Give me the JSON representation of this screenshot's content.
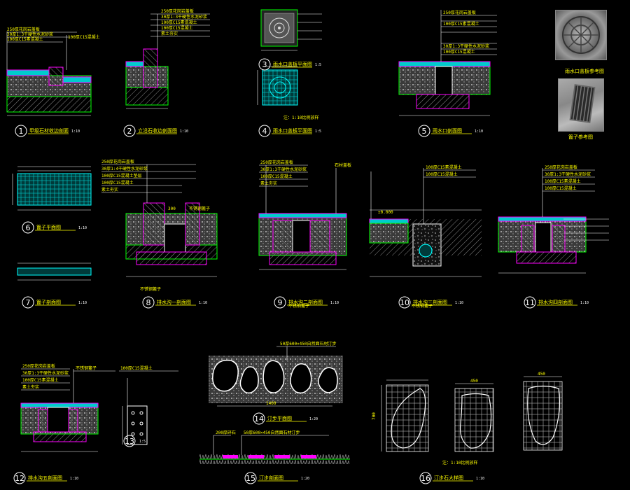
{
  "detail_labels": [
    {
      "num": "1",
      "text": "甲级石材收边剖面",
      "scale": "1:10"
    },
    {
      "num": "2",
      "text": "立沿石收边剖面图",
      "scale": "1:10"
    },
    {
      "num": "3",
      "text": "雨水口盖板平面图",
      "scale": "1:5"
    },
    {
      "num": "4",
      "text": "雨水口盖板平面图",
      "scale": "1:5"
    },
    {
      "num": "5",
      "text": "雨水口剖面图",
      "scale": "1:10"
    },
    {
      "num": "6",
      "text": "篦子平面图",
      "scale": "1:10"
    },
    {
      "num": "7",
      "text": "篦子剖面图",
      "scale": "1:10"
    },
    {
      "num": "8",
      "text": "排水沟一剖面图",
      "scale": "1:10"
    },
    {
      "num": "9",
      "text": "排水沟二剖面图",
      "scale": "1:10"
    },
    {
      "num": "10",
      "text": "排水沟三剖面图",
      "scale": "1:10"
    },
    {
      "num": "11",
      "text": "排水沟四剖面图",
      "scale": "1:10"
    },
    {
      "num": "12",
      "text": "排水沟五剖面图",
      "scale": "1:10"
    },
    {
      "num": "13",
      "text": "",
      "scale": "1:5"
    },
    {
      "num": "14",
      "text": "汀步平面图",
      "scale": "1:20"
    },
    {
      "num": "15",
      "text": "汀步剖面图",
      "scale": "1:20"
    },
    {
      "num": "16",
      "text": "汀步石大样图",
      "scale": "1:10"
    }
  ],
  "notes": {
    "note4": "注：1:10比例放样",
    "note16": "注：1:10比例放样",
    "sub8": "不锈钢篦子",
    "sub9": "不锈钢篦子",
    "sub10": "不锈钢篦子"
  },
  "photos": {
    "photo1_caption": "雨水口盖板参考图",
    "photo2_caption": "篦子参考图"
  },
  "dims": {
    "d14_width": "1400",
    "d16_a": "700",
    "d16_b": "450",
    "d16_c": "450",
    "elev10": "±0.000",
    "d8": "300"
  },
  "callouts": {
    "c1": "250厚花岗岩盖板",
    "c2": "30厚1:3干硬性水泥砂浆",
    "c3": "100厚C15素混凝土",
    "c4": "100厚C15混凝土",
    "c5": "素土夯实",
    "c8a": "30厚1:4干硬性水泥砂浆",
    "c8b": "100厚C15混凝土垫层",
    "c8c": "素土夯实",
    "c8d": "不锈钢篦子",
    "c9a": "石材盖板",
    "c9b": "100厚C15混凝土",
    "c14": "50厚600×450自然面石材汀步",
    "c15a": "200厚碎石",
    "c15b": "50厚600×450自然面石材汀步"
  },
  "colors": {
    "yellow": "#ffff00",
    "white": "#ffffff",
    "cyan": "#00ffff",
    "green": "#00ff00",
    "magenta": "#ff00ff",
    "red": "#ff3030",
    "grey": "#9a9a9a"
  }
}
